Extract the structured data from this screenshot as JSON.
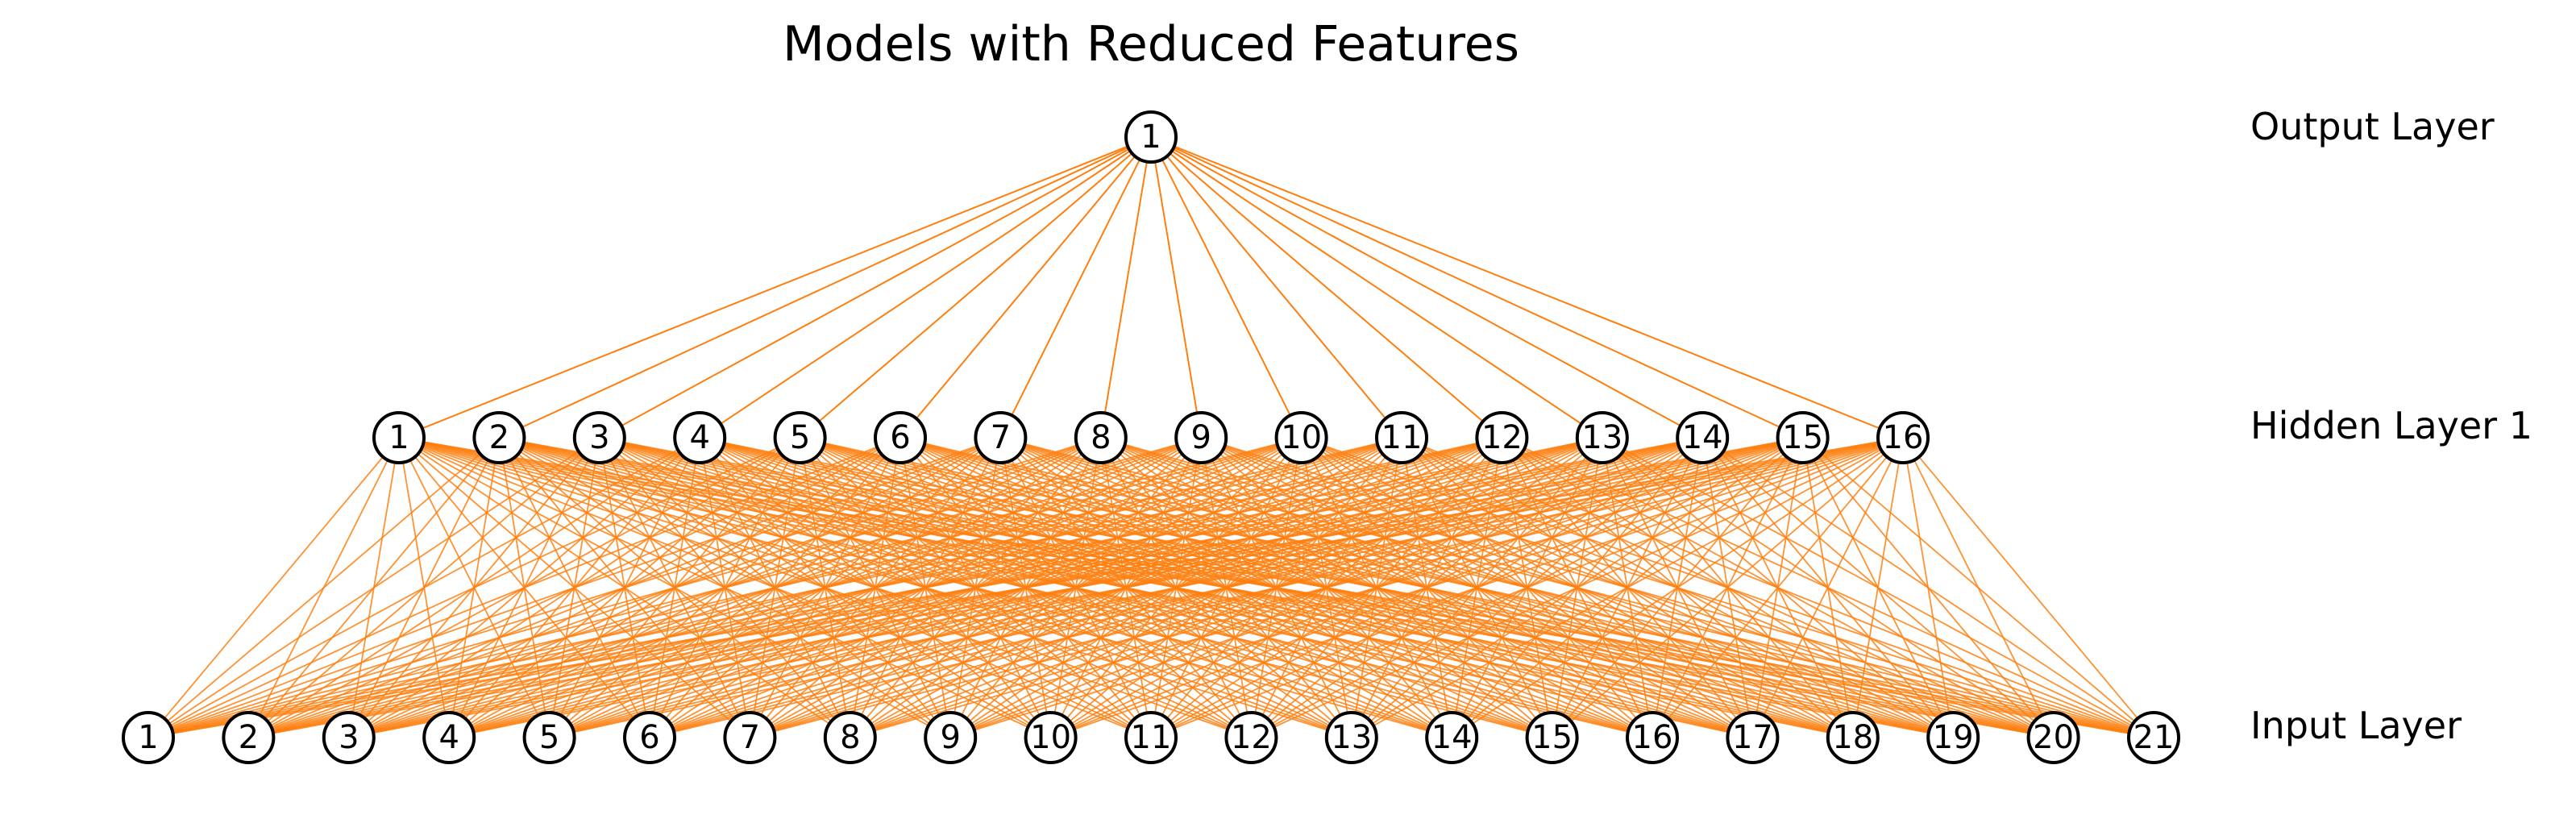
{
  "title": "Models with Reduced Features",
  "edge_color": "#ff7f0e",
  "node_stroke_color": "#000000",
  "layers": [
    {
      "label": "Output Layer",
      "nodes": [
        "1"
      ]
    },
    {
      "label": "Hidden Layer 1",
      "nodes": [
        "1",
        "2",
        "3",
        "4",
        "5",
        "6",
        "7",
        "8",
        "9",
        "10",
        "11",
        "12",
        "13",
        "14",
        "15",
        "16"
      ]
    },
    {
      "label": "Input Layer",
      "nodes": [
        "1",
        "2",
        "3",
        "4",
        "5",
        "6",
        "7",
        "8",
        "9",
        "10",
        "11",
        "12",
        "13",
        "14",
        "15",
        "16",
        "17",
        "18",
        "19",
        "20",
        "21"
      ]
    }
  ],
  "connectivity": "fully-connected between adjacent layers"
}
